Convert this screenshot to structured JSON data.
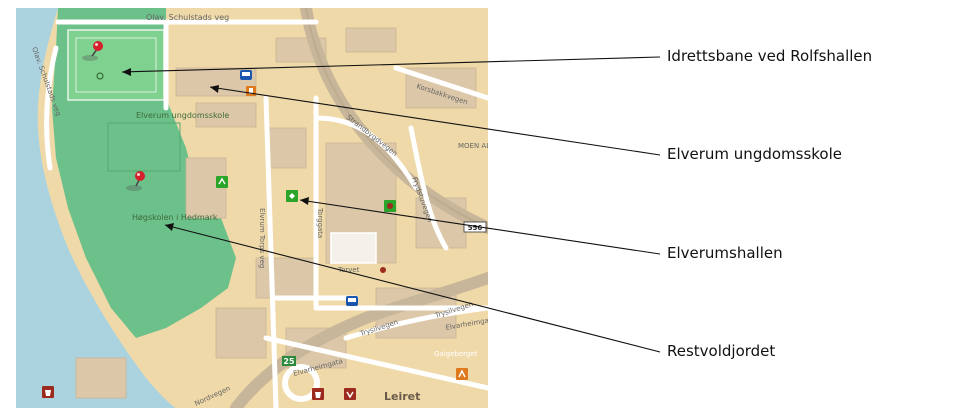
{
  "map": {
    "colors": {
      "water": "#aad3df",
      "park": "#6cc08a",
      "pitch": "#7fd18f",
      "land": "#f0d9a8",
      "building": "#dcc8a8",
      "road_major": "#c8b69a",
      "road_minor": "#ffffff",
      "transport_icon": "#1a56b0",
      "leisure_icon": "#2aa52a",
      "shop_icon": "#9c2a1e",
      "food_icon": "#e0781e"
    },
    "street_labels": {
      "olav_schulstads_veg_top": "Olav. Schulstads veg",
      "olav_schulstads_veg_side": "Olav. Schulstads veg",
      "korsbakkvegen": "Korsbakkvegen",
      "strandbygdvegen": "Strandbygdvegen",
      "moen": "MOEN AL",
      "torggata": "Torggata",
      "elvrum_torps_veg": "Elvrum Torps veg",
      "frydstuvegen": "Frydstuvegen",
      "tryslivegen_1": "Trysilvegen",
      "tryslivegen_2": "Trysilvegen",
      "elvarheimgata_1": "Elvarheimgata",
      "elvarheimgata_2": "Elvarheimgata",
      "nordvegen": "Nordvegen",
      "gaigeberget": "Gaigeberget",
      "torvet": "Torvet"
    },
    "poi_labels": {
      "ungdomsskole": "Elverum ungdomsskole",
      "hogskolen": "Høgskolen i Hedmark",
      "leiret": "Leiret"
    },
    "shields": {
      "road_25": "25",
      "road_556": "556"
    }
  },
  "callouts": [
    {
      "text": "Idrettsbane ved Rolfshallen"
    },
    {
      "text": "Elverum ungdomsskole"
    },
    {
      "text": "Elverumshallen"
    },
    {
      "text": "Restvoldjordet"
    }
  ]
}
